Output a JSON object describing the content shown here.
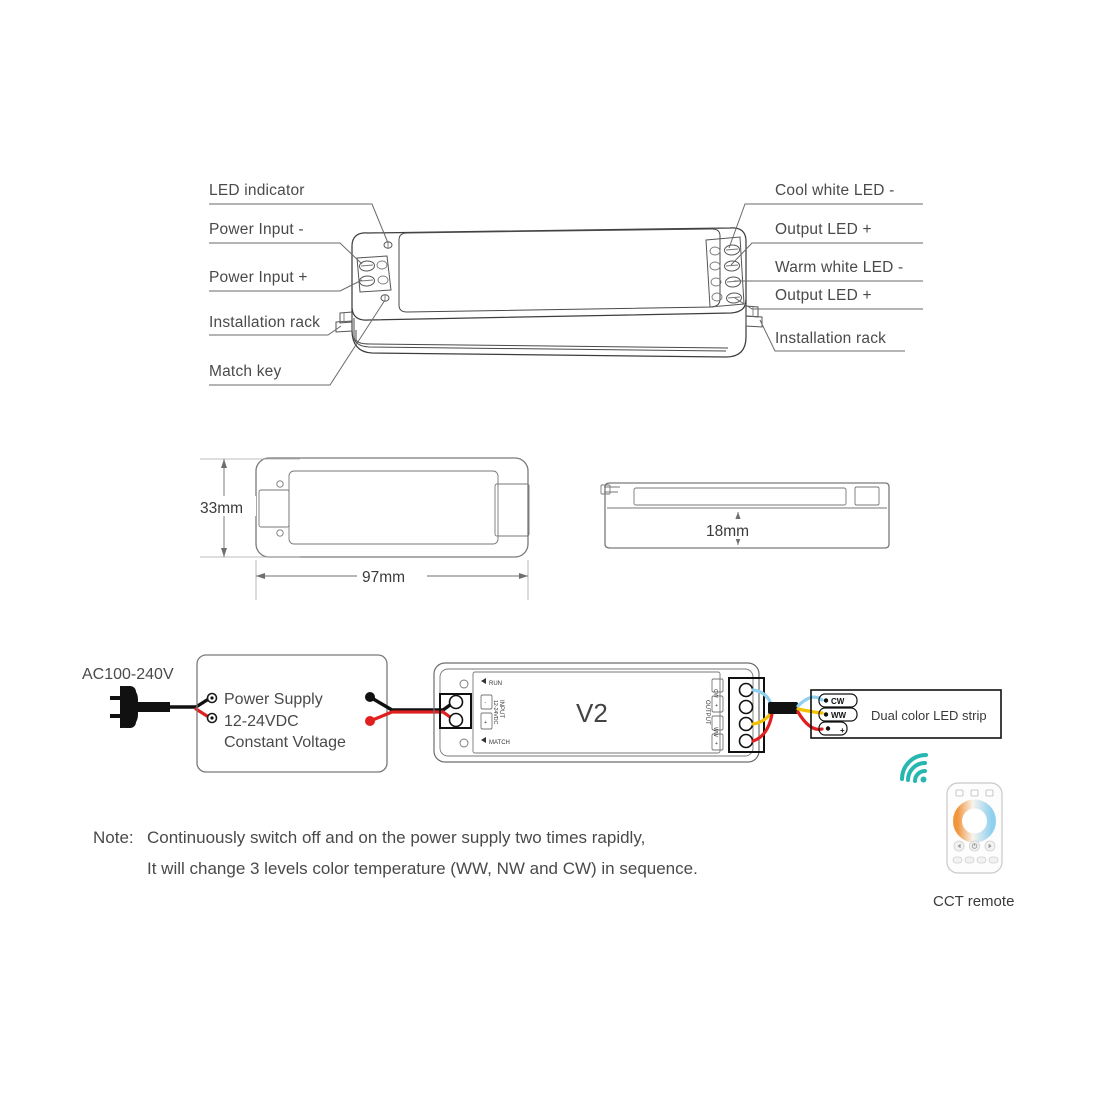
{
  "diagram": {
    "title": "V2 dual color LED controller wiring and dimension diagram",
    "callouts_left": [
      {
        "id": "led-indicator",
        "label": "LED indicator"
      },
      {
        "id": "power-input-neg",
        "label": "Power Input -"
      },
      {
        "id": "power-input-pos",
        "label": "Power Input +"
      },
      {
        "id": "installation-rack-left",
        "label": "Installation rack"
      },
      {
        "id": "match-key",
        "label": "Match key"
      }
    ],
    "callouts_right": [
      {
        "id": "cool-white-led-neg",
        "label": "Cool white LED -"
      },
      {
        "id": "output-led-pos-1",
        "label": "Output LED +"
      },
      {
        "id": "warm-white-led-neg",
        "label": "Warm white LED -"
      },
      {
        "id": "output-led-pos-2",
        "label": "Output LED +"
      },
      {
        "id": "installation-rack-right",
        "label": "Installation rack"
      }
    ],
    "dimensions": {
      "height": "33mm",
      "length": "97mm",
      "depth": "18mm"
    },
    "wiring": {
      "mains_label": "AC100-240V",
      "power_supply_lines": [
        "Power Supply",
        "12-24VDC",
        "Constant Voltage"
      ],
      "controller_model": "V2",
      "controller_run": "RUN",
      "controller_match": "MATCH",
      "controller_input_label": "INPUT",
      "controller_input_voltage": "12-24VDC",
      "controller_input_terminals": [
        "-",
        "+"
      ],
      "controller_output_label": "OUTPUT",
      "controller_output_terminals": [
        "CW",
        "+",
        "WW",
        "+"
      ],
      "led_strip_label": "Dual color LED strip",
      "led_strip_terminals": [
        "CW",
        "WW",
        "+"
      ],
      "remote_label": "CCT remote"
    },
    "note": {
      "prefix": "Note:",
      "line1": "Continuously switch off and on the power supply two times rapidly,",
      "line2": "It will change 3 levels color temperature (WW, NW and CW) in sequence."
    },
    "colors": {
      "wire_live": "#111111",
      "wire_positive": "#e02020",
      "wire_cool_white": "#8fd0ef",
      "wire_warm_white": "#f2c200",
      "wifi_icon": "#27b7b0",
      "cct_warm": "#f0953c",
      "cct_cool": "#8fd0ef",
      "line": "#555555"
    }
  }
}
